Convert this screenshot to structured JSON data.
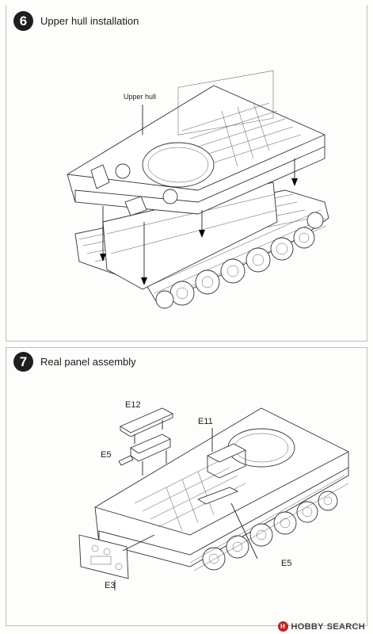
{
  "steps": [
    {
      "number": "6",
      "title": "Upper hull installation",
      "callouts": [
        "Upper hull"
      ]
    },
    {
      "number": "7",
      "title": "Real panel assembly",
      "parts": [
        "E12",
        "E5",
        "E11",
        "E5",
        "E3"
      ]
    }
  ],
  "watermark": {
    "logo": "H",
    "brand": "HOBBY",
    "brand_alt": "SEARCH"
  }
}
